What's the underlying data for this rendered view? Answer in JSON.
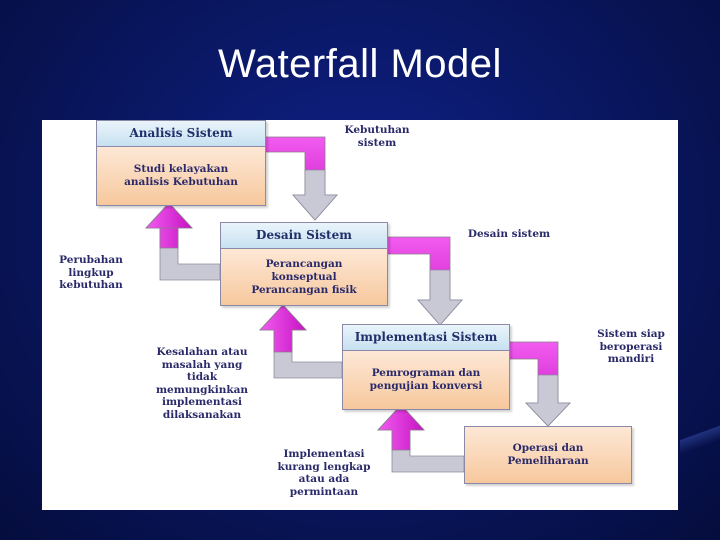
{
  "slide": {
    "title": "Waterfall Model"
  },
  "stages": [
    {
      "title": "Analisis Sistem",
      "body": [
        "Studi kelayakan",
        "analisis Kebutuhan"
      ]
    },
    {
      "title": "Desain Sistem",
      "body": [
        "Perancangan",
        "konseptual",
        "Perancangan fisik"
      ]
    },
    {
      "title": "Implementasi Sistem",
      "body": [
        "Pemrograman dan",
        "pengujian konversi"
      ]
    },
    {
      "title": "Operasi dan",
      "body": [
        "Pemeliharaan"
      ]
    }
  ],
  "forward_labels": [
    [
      "Kebutuhan",
      "sistem"
    ],
    [
      "Desain sistem"
    ],
    [
      "Sistem siap",
      "beroperasi",
      "mandiri"
    ]
  ],
  "feedback_labels": [
    [
      "Perubahan",
      "lingkup",
      "kebutuhan"
    ],
    [
      "Kesalahan atau",
      "masalah yang",
      "tidak",
      "memungkinkan",
      "implementasi",
      "dilaksanakan"
    ],
    [
      "Implementasi",
      "kurang lengkap",
      "atau ada",
      "permintaan"
    ]
  ],
  "colors": {
    "forward_arrow": "#c9c9d6",
    "feedback_arrow": "#e020d8",
    "box_header": "#c7e1f1",
    "box_body": "#f7c89d",
    "background": "#0a1866"
  }
}
